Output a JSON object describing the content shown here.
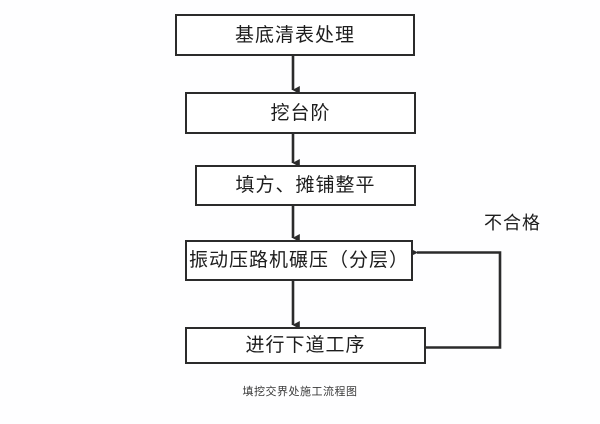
{
  "diagram": {
    "caption": "填挖交界处施工流程图",
    "line_color": "#2b2b2b",
    "text_color": "#1d1d1d",
    "background_color": "#fefeff",
    "nodes": [
      {
        "id": "node-1",
        "label": "基底清表处理"
      },
      {
        "id": "node-2",
        "label": "挖台阶"
      },
      {
        "id": "node-3",
        "label": "填方、摊铺整平"
      },
      {
        "id": "node-4",
        "label": "振动压路机碾压（分层）"
      },
      {
        "id": "node-5",
        "label": "进行下道工序"
      }
    ],
    "edges": [
      {
        "from": "node-1",
        "to": "node-2",
        "label": ""
      },
      {
        "from": "node-2",
        "to": "node-3",
        "label": ""
      },
      {
        "from": "node-3",
        "to": "node-4",
        "label": ""
      },
      {
        "from": "node-4",
        "to": "node-5",
        "label": ""
      },
      {
        "from": "node-5",
        "to": "node-4",
        "label": "不合格"
      }
    ],
    "feedback_label": "不合格"
  }
}
